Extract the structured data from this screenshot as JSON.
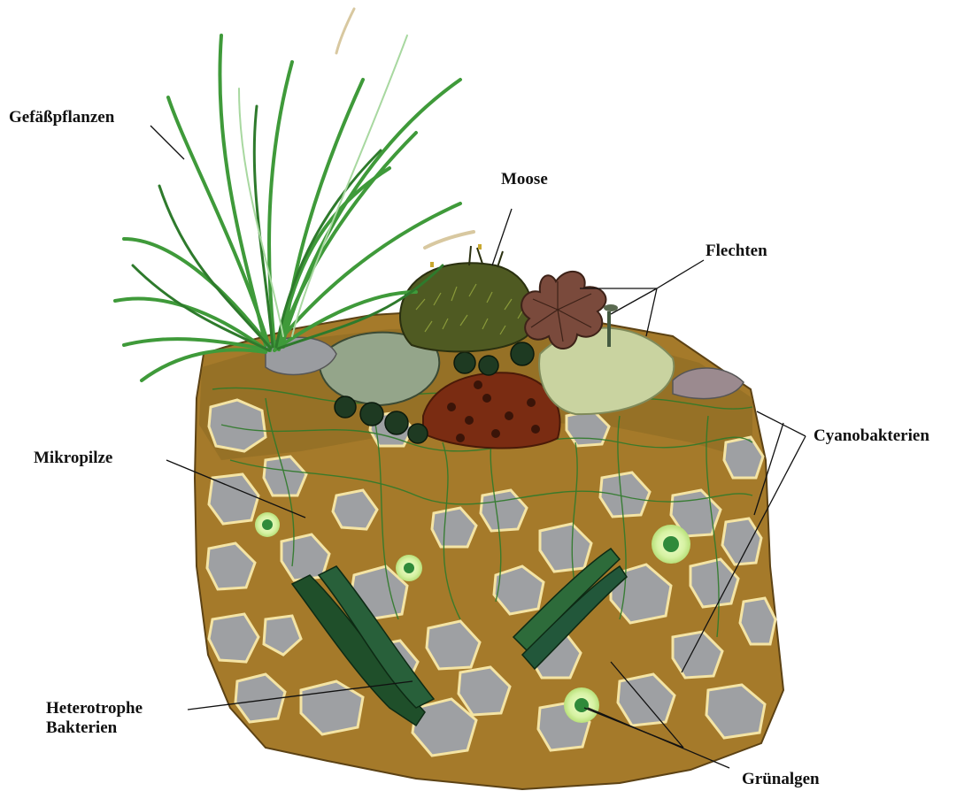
{
  "labels": {
    "vascular_plants": "Gefäßpflanzen",
    "mosses": "Moose",
    "lichens": "Flechten",
    "cyanobacteria": "Cyanobakterien",
    "microfungi": "Mikropilze",
    "heterotrophic_bacteria_line1": "Heterotrophe",
    "heterotrophic_bacteria_line2": "Bakterien",
    "green_algae": "Grünalgen"
  },
  "colors": {
    "soil": "#a57a2a",
    "soil_dark": "#7d5a1c",
    "soil_veins": "#f4e4a4",
    "stone": "#9ea0a3",
    "stone_dark": "#6f7174",
    "grass": "#3f9a3a",
    "moss": "#4f5a22",
    "lichen_brown": "#7a4a3c",
    "lichen_pale": "#c9d3a0",
    "crust_red": "#7a2c12",
    "filament": "#2f7a2a",
    "algae_glow": "#d6f2a3",
    "algae_core": "#2f8a3a"
  }
}
